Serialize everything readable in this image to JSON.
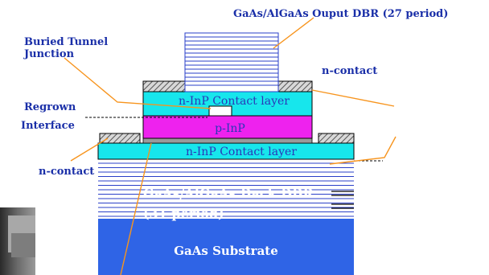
{
  "labels": {
    "output_dbr": "GaAs/AlGaAs Ouput DBR (27 period)",
    "buried_tunnel_line1": "Buried Tunnel",
    "buried_tunnel_line2": "Junction",
    "regrown_line1": "Regrown",
    "regrown_line2": "Interface",
    "n_contact_top": "n-contact",
    "n_contact_left": "n-contact",
    "top_contact_layer": "n-InP Contact layer",
    "p_inp": "p-InP",
    "bottom_contact_layer": "n-InP Contact layer",
    "back_dbr_line1": "GaAs/AlGaAs Back DBR",
    "back_dbr_line2": "(31 period)",
    "substrate": "GaAs Substrate"
  },
  "colors": {
    "label_blue": "#1a2fa8",
    "dbr_line": "#2a3fc8",
    "contact_cyan": "#17e6ec",
    "p_inp_magenta": "#ee22ee",
    "substrate_blue": "#2f64e6",
    "leader_orange": "#f7941d",
    "metal_hatch": "#6e6e6e"
  }
}
